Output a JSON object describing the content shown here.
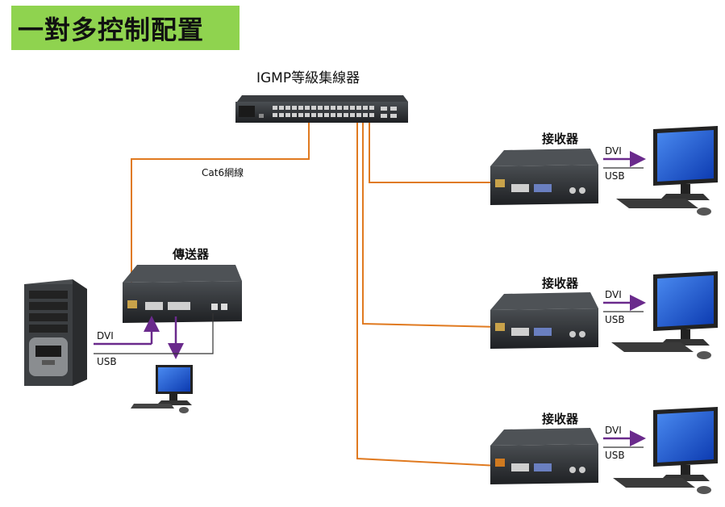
{
  "title": "一對多控制配置",
  "switch_label": "IGMP等級集線器",
  "cable_label": "Cat6網線",
  "transmitter_label": "傳送器",
  "receiver_label": "接收器",
  "dvi_label": "DVI",
  "usb_label": "USB",
  "colors": {
    "banner": "#8fd34f",
    "network_cable": "#e07a20",
    "dvi_arrow": "#6a2a8c",
    "usb_line": "#333333",
    "device_body": "#2a2d30",
    "screen": "#1f5fd6"
  },
  "receivers": [
    {
      "label": "接收器",
      "dvi": "DVI",
      "usb": "USB"
    },
    {
      "label": "接收器",
      "dvi": "DVI",
      "usb": "USB"
    },
    {
      "label": "接收器",
      "dvi": "DVI",
      "usb": "USB"
    }
  ],
  "transmitter": {
    "label": "傳送器",
    "dvi": "DVI",
    "usb": "USB"
  }
}
